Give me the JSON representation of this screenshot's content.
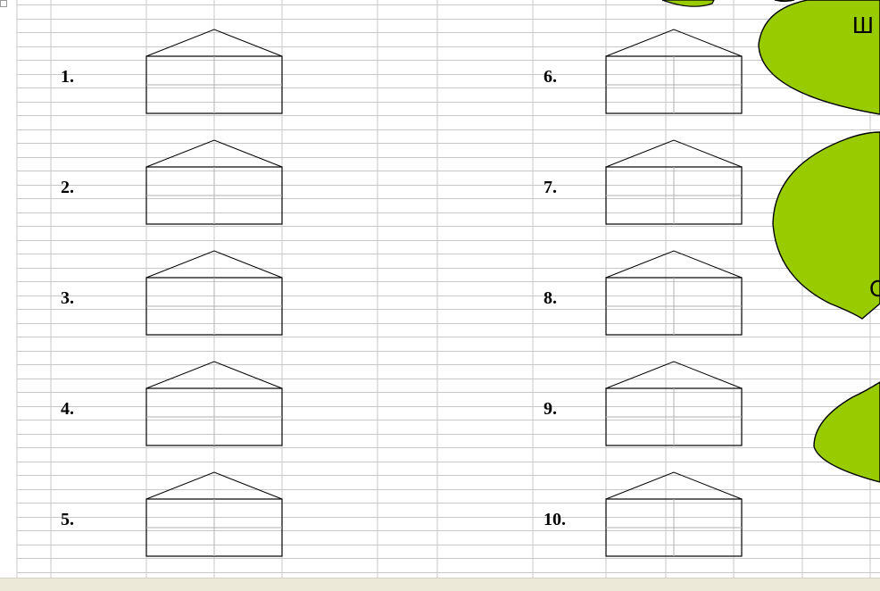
{
  "worksheet": {
    "houses": [
      {
        "label": "1."
      },
      {
        "label": "2."
      },
      {
        "label": "3."
      },
      {
        "label": "4."
      },
      {
        "label": "5."
      },
      {
        "label": "6."
      },
      {
        "label": "7."
      },
      {
        "label": "8."
      },
      {
        "label": "9."
      },
      {
        "label": "10."
      }
    ]
  },
  "overlay": {
    "blob_text_1": "Ш",
    "blob_text_2": "С",
    "fill_color": "#99cc00",
    "outline_color": "#000000"
  },
  "colors": {
    "gridline": "#c8c8c8",
    "house_line": "#000000",
    "statusbar": "#ece9d8"
  }
}
